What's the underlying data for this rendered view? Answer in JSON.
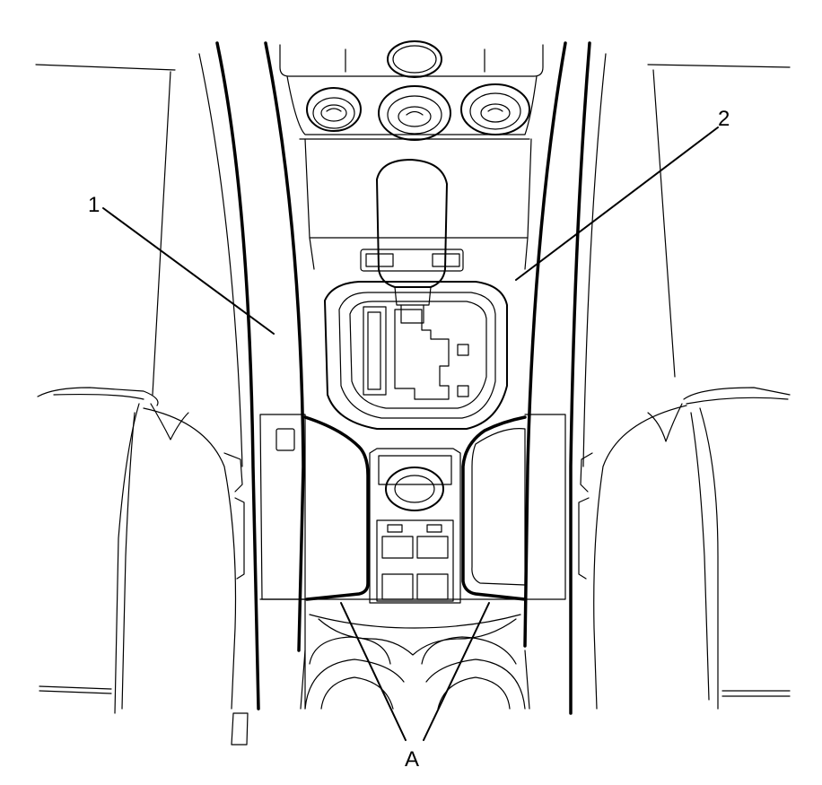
{
  "diagram": {
    "callouts": {
      "label_1": "1",
      "label_2": "2",
      "label_A": "A"
    }
  }
}
